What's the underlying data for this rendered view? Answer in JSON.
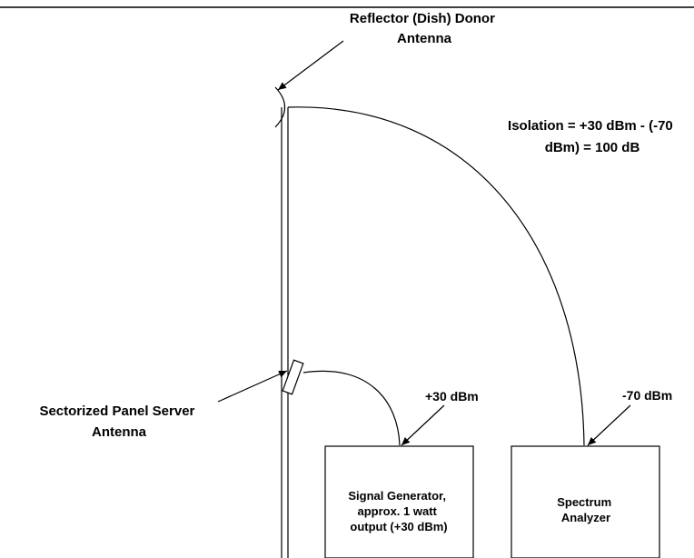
{
  "labels": {
    "donor_antenna": [
      "Reflector (Dish) Donor",
      "Antenna"
    ],
    "isolation": [
      "Isolation = +30 dBm - (-70",
      "dBm) = 100 dB"
    ],
    "server_antenna": [
      "Sectorized Panel Server",
      "Antenna"
    ],
    "gen_level": "+30 dBm",
    "analyzer_level": "-70 dBm",
    "signal_generator": [
      "Signal Generator,",
      "approx. 1 watt",
      "output (+30 dBm)"
    ],
    "spectrum_analyzer": [
      "Spectrum",
      "Analyzer"
    ]
  },
  "colors": {
    "line": "#000000",
    "background": "#ffffff"
  }
}
